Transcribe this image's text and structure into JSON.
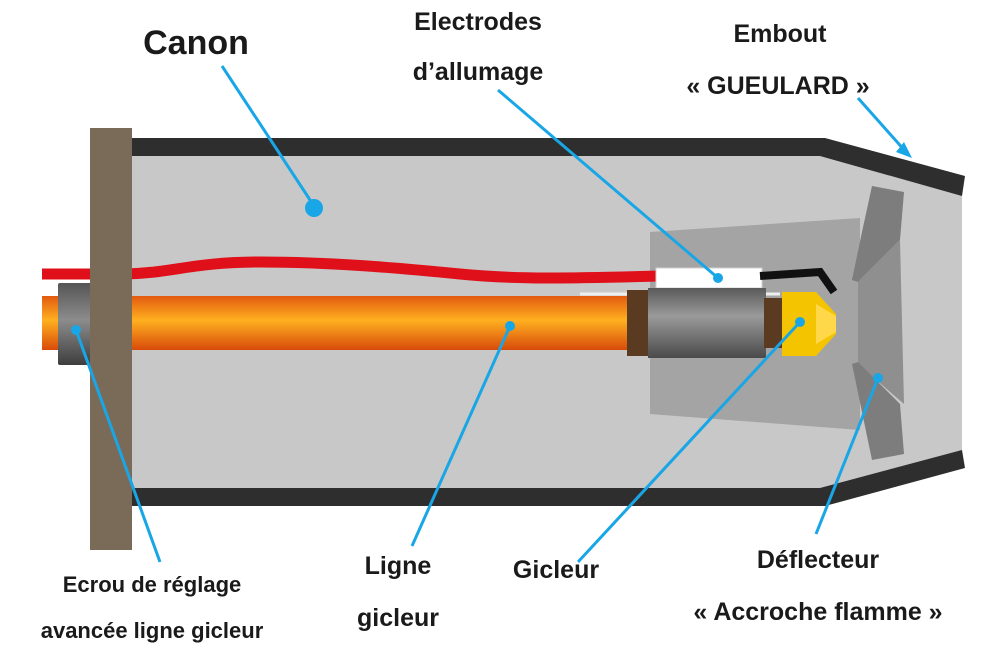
{
  "labels": {
    "canon": "Canon",
    "electrodes_line1": "Electrodes",
    "electrodes_line2": "d’allumage",
    "embout_line1": "Embout",
    "embout_line2": "«  GUEULARD »",
    "ecrou_line1": "Ecrou  de  réglage",
    "ecrou_line2": "avancée  ligne  gicleur",
    "ligne_line1": "Ligne",
    "ligne_line2": "gicleur",
    "gicleur": "Gicleur",
    "deflecteur_line1": "Déflecteur",
    "deflecteur_line2": "« Accroche  flamme »"
  },
  "colors": {
    "tube_fill": "#c8c8c8",
    "tube_wall": "#2e2e2e",
    "flange": "#7a6a58",
    "wire": "#e0101a",
    "leader": "#19a6e6",
    "nozzle": "#f5c400",
    "deflector": "#8a8a8a"
  }
}
